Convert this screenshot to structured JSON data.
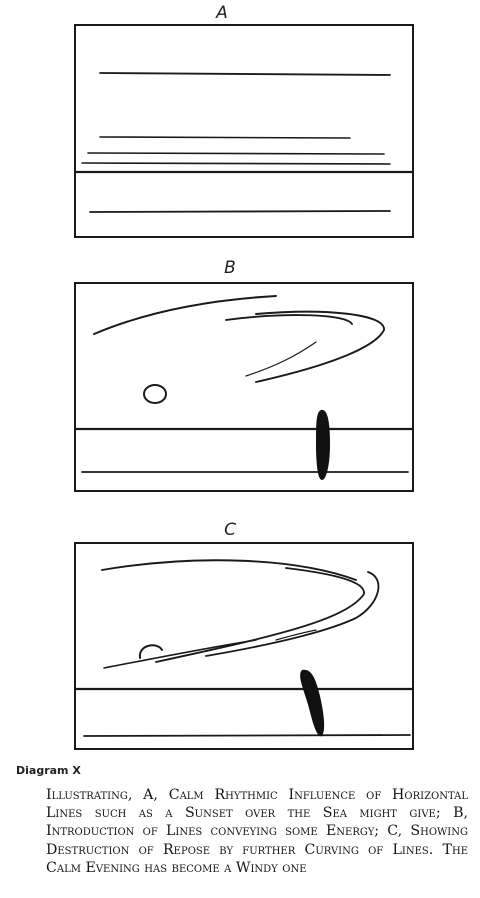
{
  "figures": [
    {
      "letter": "A"
    },
    {
      "letter": "B"
    },
    {
      "letter": "C"
    }
  ],
  "diagram_label": "Diagram X",
  "caption": "Illustrating, A, Calm Rhythmic Influence of Horizontal Lines such as a Sunset over the Sea might give; B, Introduction of Lines conveying some Energy; C, Showing Destruction of Repose by further Curving of Lines. The Calm Evening has become a Windy one"
}
